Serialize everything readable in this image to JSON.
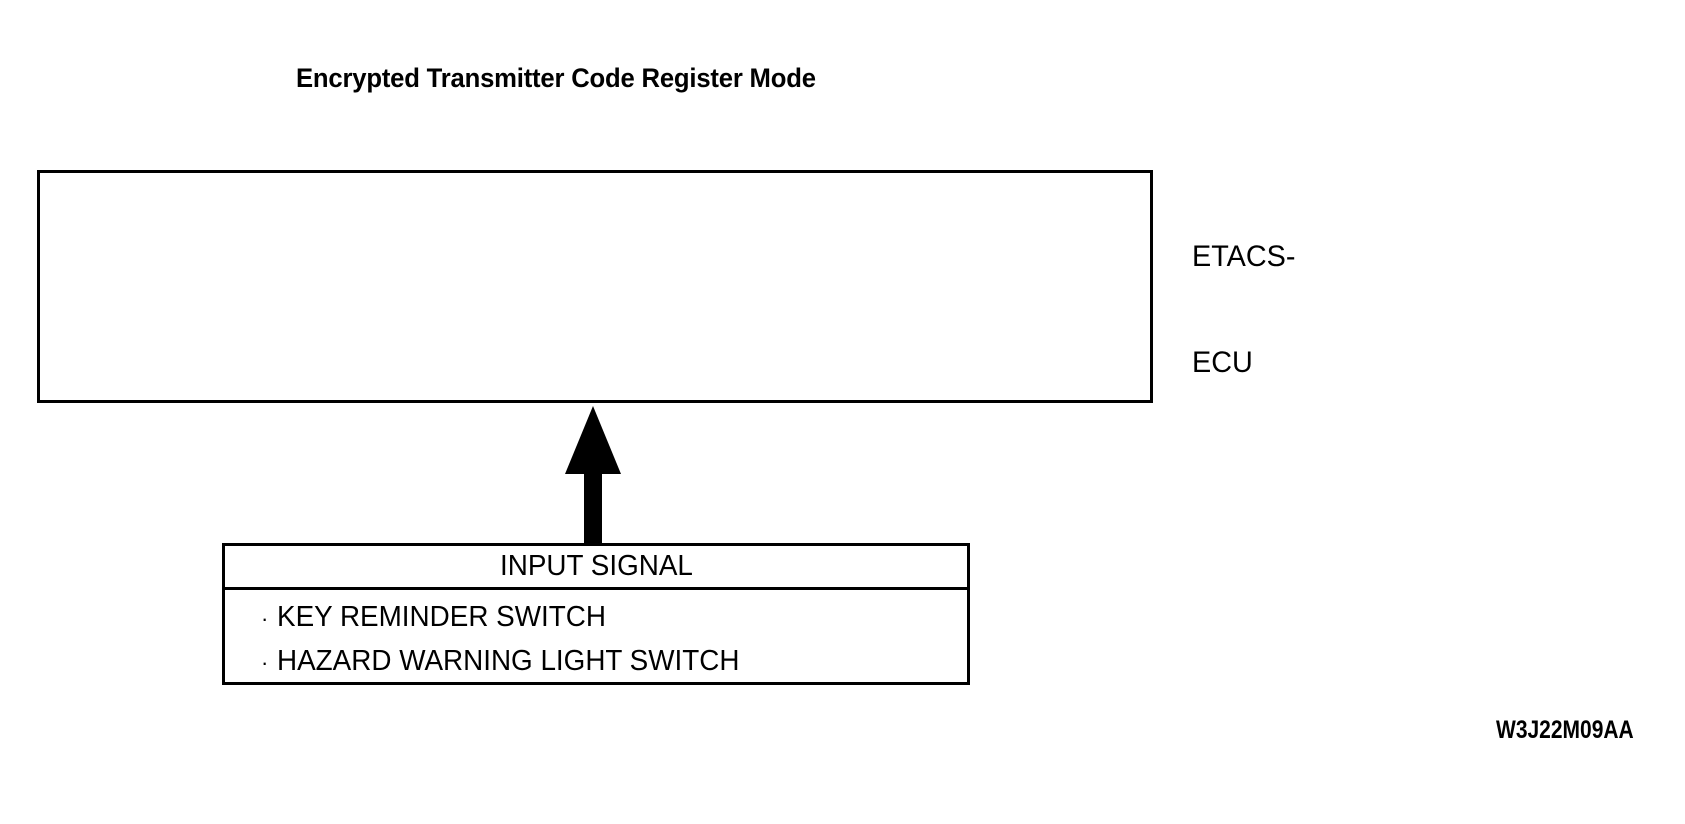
{
  "figure": {
    "title": "Encrypted Transmitter Code Register Mode",
    "code": "W3J22M09AA"
  },
  "ecu": {
    "label_line1": "ETACS-",
    "label_line2": "ECU"
  },
  "input_signal": {
    "header": "INPUT SIGNAL",
    "bullet": "·",
    "items": [
      {
        "label": "KEY REMINDER SWITCH"
      },
      {
        "label": "HAZARD WARNING LIGHT SWITCH"
      }
    ]
  },
  "colors": {
    "stroke": "#000000",
    "background": "#ffffff"
  }
}
